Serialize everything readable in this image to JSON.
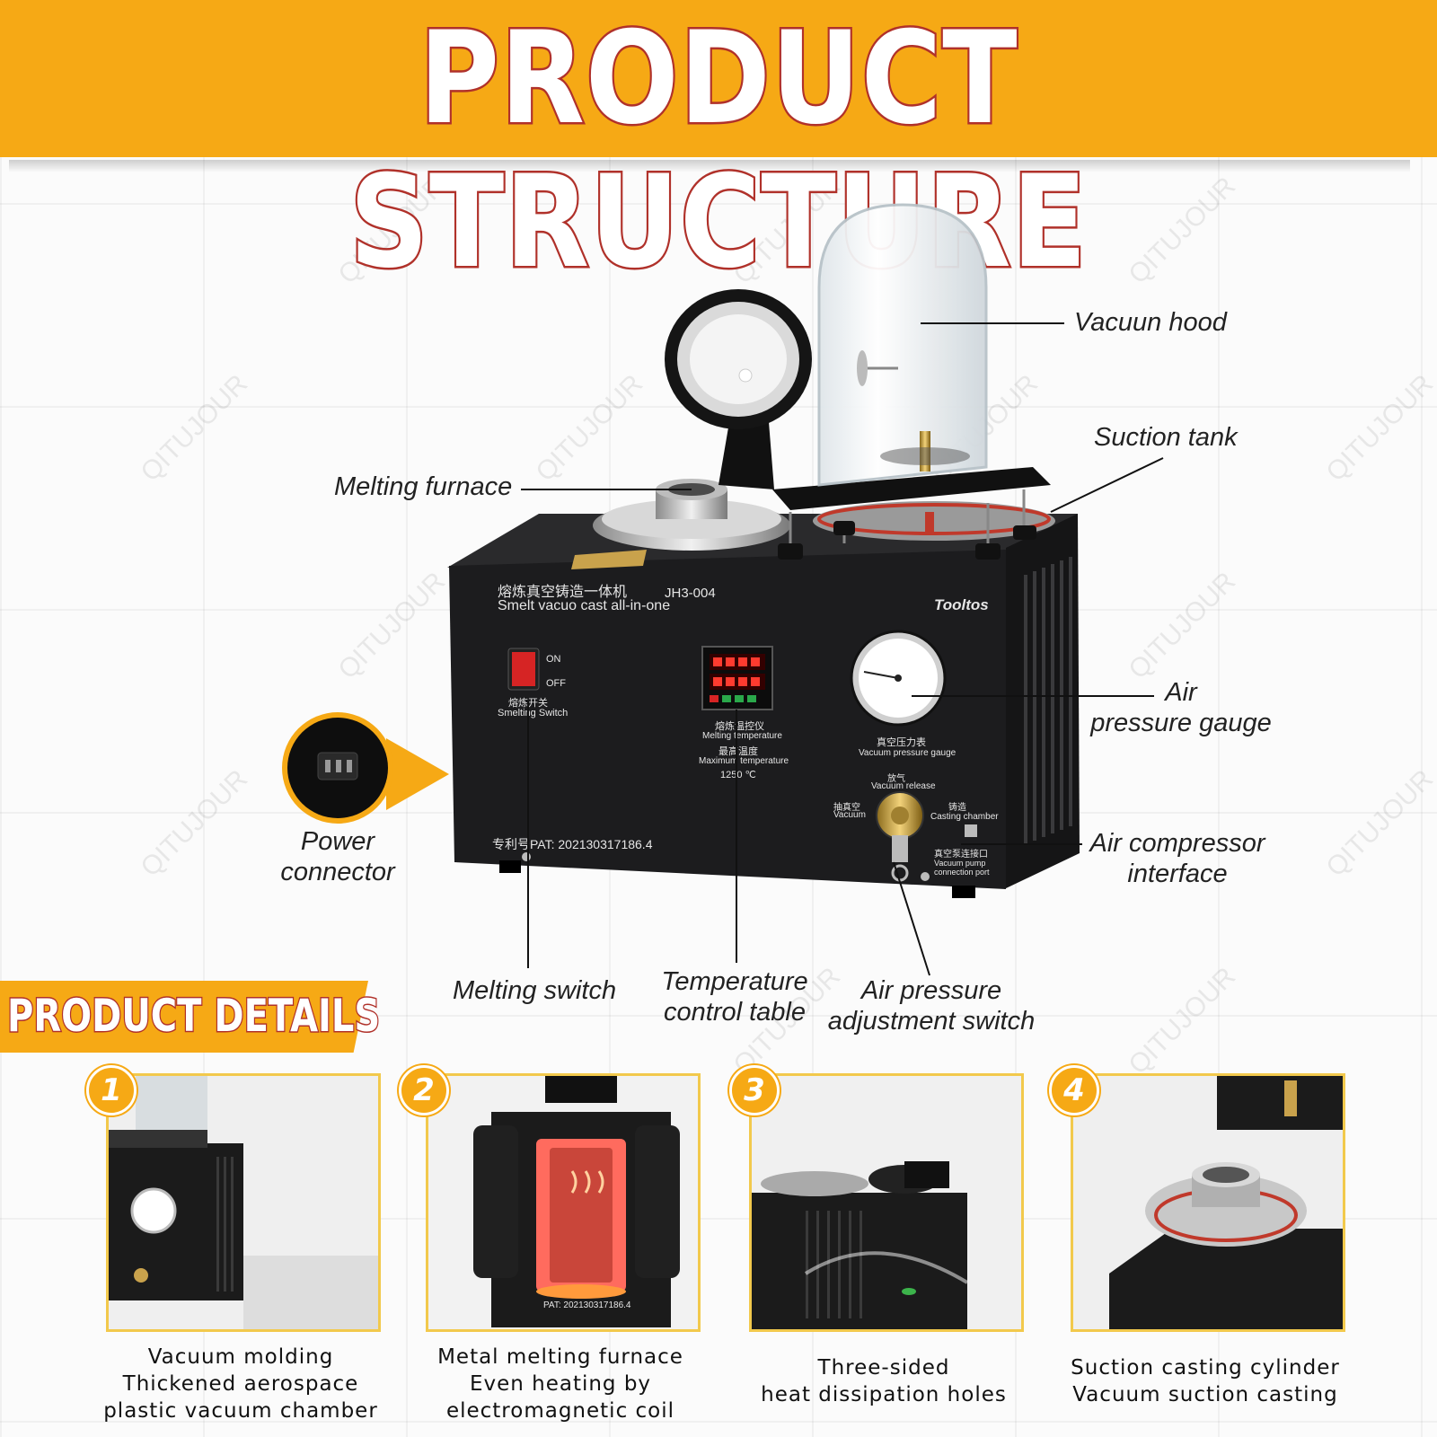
{
  "header": {
    "title": "PRODUCT STRUCTURE"
  },
  "machine_panel": {
    "title_cn": "熔炼真空铸造一体机",
    "title_en": "Smelt vacuo cast all-in-one",
    "model": "JH3-004",
    "brand": "Tooltos",
    "switch_on": "ON",
    "switch_off": "OFF",
    "switch_cn": "熔炼开关",
    "switch_en": "Smelting Switch",
    "temp_cn": "熔炼温控仪",
    "temp_en": "Melting temperature",
    "maxtemp_cn": "最高温度",
    "maxtemp_en": "Maximum temperature",
    "maxtemp_value": "1250 ℃",
    "gauge_cn": "真空压力表",
    "gauge_en": "Vacuum pressure gauge",
    "release_cn": "放气",
    "release_en": "Vacuum release",
    "vacuum_cn": "抽真空",
    "vacuum_en": "Vacuum",
    "casting_cn": "铸造",
    "casting_en": "Casting chamber",
    "port_cn": "真空泵连接口",
    "port_en": "Vacuum pump connection port",
    "patent": "专利号PAT: 202130317186.4"
  },
  "labels": {
    "vacuum_hood": "Vacuun hood",
    "suction_tank": "Suction tank",
    "melting_furnace": "Melting furnace",
    "air_gauge_l1": "Air",
    "air_gauge_l2": "pressure gauge",
    "power_l1": "Power",
    "power_l2": "connector",
    "air_comp_l1": "Air compressor",
    "air_comp_l2": "interface",
    "melting_switch": "Melting switch",
    "temp_l1": "Temperature",
    "temp_l2": "control table",
    "air_adj_l1": "Air pressure",
    "air_adj_l2": "adjustment switch"
  },
  "details": {
    "title": "PRODUCT DETAILS",
    "patent_small": "PAT: 202130317186.4",
    "items": [
      {
        "num": "1",
        "line1": "Vacuum molding",
        "line2": "Thickened aerospace",
        "line3": "plastic vacuum chamber"
      },
      {
        "num": "2",
        "line1": "Metal melting furnace",
        "line2": "Even heating by",
        "line3": "electromagnetic coil"
      },
      {
        "num": "3",
        "line1": "Three-sided",
        "line2": "heat dissipation holes",
        "line3": ""
      },
      {
        "num": "4",
        "line1": "Suction casting cylinder",
        "line2": "Vacuum suction casting",
        "line3": ""
      }
    ]
  },
  "watermark": "QITUJOUR",
  "colors": {
    "accent": "#f6a915",
    "title_outline": "#b0312a",
    "machine": "#1c1c1e",
    "card_border": "#f2c94c"
  }
}
